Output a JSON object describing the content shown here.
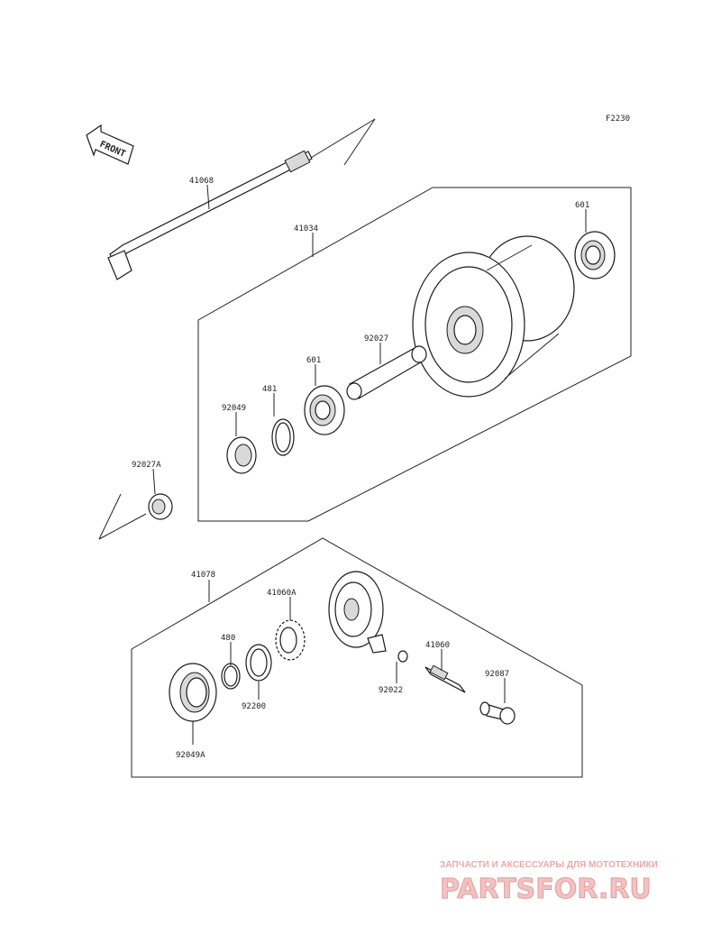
{
  "figure_code": "F2230",
  "front_label": "FRONT",
  "callouts": {
    "axle": "41068",
    "hub_assembly": "41034",
    "bearing_right": "601",
    "spacer_tube": "92027",
    "bearing_left": "601",
    "circlip_481": "481",
    "oil_seal": "92049",
    "collar": "92027A",
    "gear_housing_assy": "41078",
    "drive_gear": "41060A",
    "circlip_480": "480",
    "washer": "92200",
    "oil_seal_large": "92049A",
    "pinion": "41060",
    "washer_small": "92022",
    "bushing": "92087"
  },
  "watermark": {
    "tagline": "ЗАПЧАСТИ И АКСЕССУАРЫ ДЛЯ МОТОТЕХНИКИ",
    "logo": "PARTSFOR.RU"
  }
}
